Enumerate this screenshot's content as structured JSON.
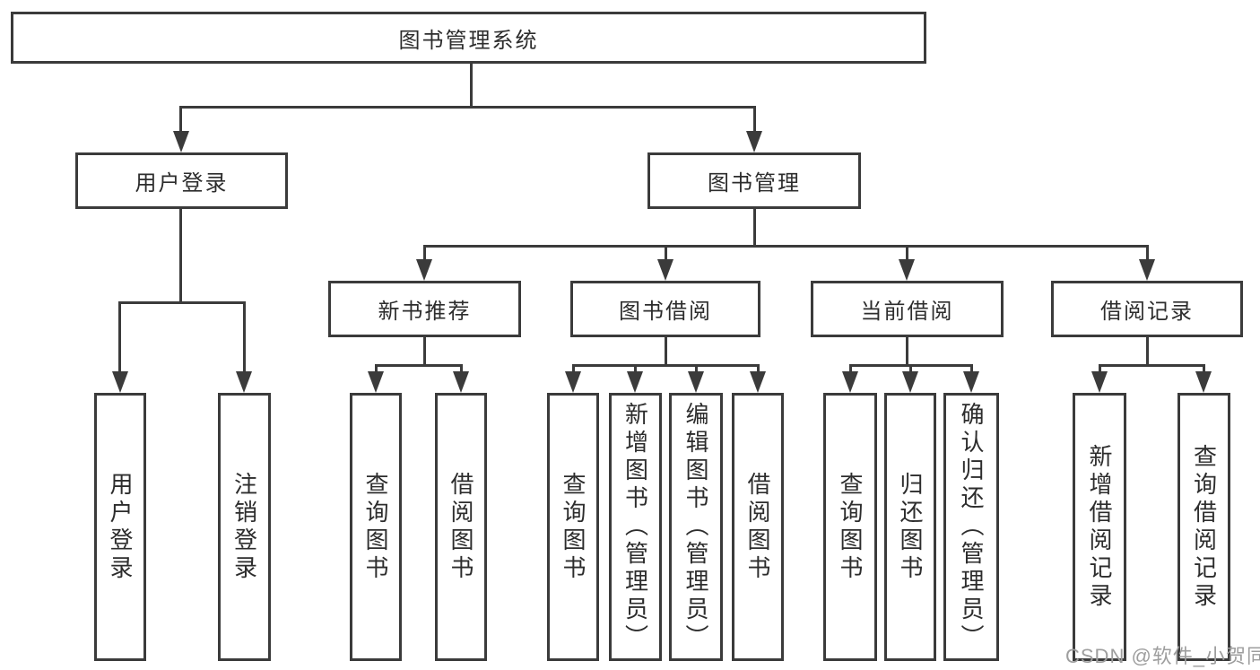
{
  "diagram": {
    "root": {
      "label": "图书管理系统"
    },
    "branches": [
      {
        "label": "用户登录",
        "children": [
          {
            "label": "用户登录"
          },
          {
            "label": "注销登录"
          }
        ]
      },
      {
        "label": "图书管理",
        "children": [
          {
            "label": "新书推荐",
            "children": [
              {
                "label": "查询图书"
              },
              {
                "label": "借阅图书"
              }
            ]
          },
          {
            "label": "图书借阅",
            "children": [
              {
                "label": "查询图书"
              },
              {
                "label": "新增图书（管理员）"
              },
              {
                "label": "编辑图书（管理员）"
              },
              {
                "label": "借阅图书"
              }
            ]
          },
          {
            "label": "当前借阅",
            "children": [
              {
                "label": "查询图书"
              },
              {
                "label": "归还图书"
              },
              {
                "label": "确认归还（管理员）"
              }
            ]
          },
          {
            "label": "借阅记录",
            "children": [
              {
                "label": "新增借阅记录"
              },
              {
                "label": "查询借阅记录"
              }
            ]
          }
        ]
      }
    ]
  },
  "watermark": {
    "text": "CSDN @软件_小贺同学",
    "color": "#9e9e9e"
  },
  "colors": {
    "line": "#3b3b3b",
    "text": "#2d2d2d",
    "background": "#ffffff"
  }
}
